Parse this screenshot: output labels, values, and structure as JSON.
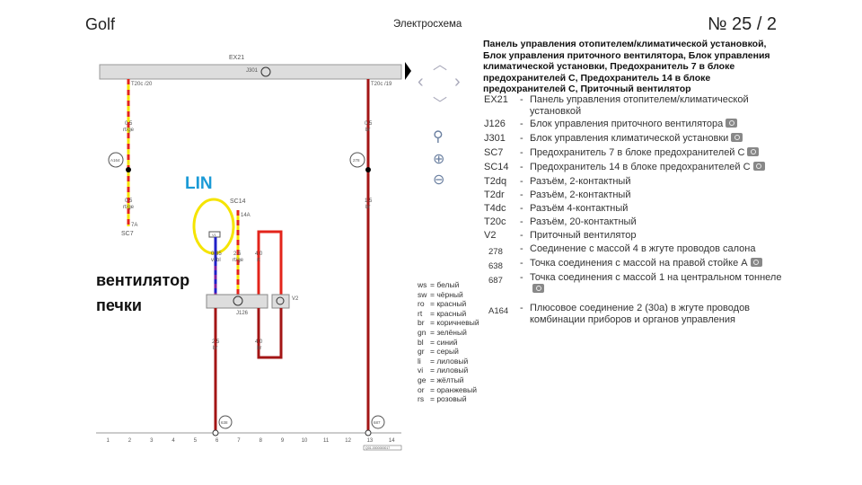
{
  "header": {
    "model": "Golf",
    "section": "Электросхема",
    "page": "№  25 / 2"
  },
  "annotations": {
    "lin": "LIN",
    "fan_line1": "вентилятор",
    "fan_line2": "печки"
  },
  "diagram": {
    "ex21": "EX21",
    "j301": "J301",
    "j126": "J126",
    "v2": "V2",
    "sc7": "SC7",
    "sc14": "SC14",
    "t20c_20": "T20c /20",
    "t20c_19": "T20c /19",
    "w1a": "0.5",
    "w1b": "rt/ge",
    "w1c": "0.5",
    "w1d": "rt/ge",
    "w2a": "0.5",
    "w2b": "br",
    "w2c": "1.5",
    "w2d": "br",
    "a164": "A164",
    "g278": "278",
    "fuse7": "7A",
    "fuse14": "14A",
    "v1": "V1",
    "w3a": "0.35",
    "w3b": "vi/bl",
    "w4a": "2.5",
    "w4b": "rt/ge",
    "w5a": "4.0",
    "w5b": "rt",
    "w6a": "2.5",
    "w6b": "br",
    "w7a": "4.0",
    "w7b": "br",
    "g638": "638",
    "g687": "687",
    "ref": "Q01-0000000017",
    "axis": [
      "1",
      "2",
      "3",
      "4",
      "5",
      "6",
      "7",
      "8",
      "9",
      "10",
      "11",
      "12",
      "13",
      "14"
    ]
  },
  "panel": {
    "title": "Панель управления отопителем/климатической установкой, Блок управления приточного вентилятора, Блок управления климатической установки, Предохранитель 7 в блоке предохранителей C, Предохранитель 14 в блоке предохранителей C, Приточный вентилятор",
    "items": [
      {
        "code": "EX21",
        "desc": "Панель управления отопителем/климатической установкой",
        "cam": false
      },
      {
        "code": "J126",
        "desc": "Блок управления приточного вентилятора",
        "cam": true
      },
      {
        "code": "J301",
        "desc": "Блок управления климатической установки",
        "cam": true
      },
      {
        "code": "SC7",
        "desc": "Предохранитель 7 в блоке предохранителей C",
        "cam": true
      },
      {
        "code": "SC14",
        "desc": "Предохранитель 14 в блоке предохранителей C",
        "cam": true
      },
      {
        "code": "T2dq",
        "desc": "Разъём, 2-контактный",
        "cam": false
      },
      {
        "code": "T2dr",
        "desc": "Разъём, 2-контактный",
        "cam": false
      },
      {
        "code": "T4dc",
        "desc": "Разъём 4-контактный",
        "cam": false
      },
      {
        "code": "T20c",
        "desc": "Разъём, 20-контактный",
        "cam": false
      },
      {
        "code": "V2",
        "desc": "Приточный вентилятор",
        "cam": false
      },
      {
        "code": "278",
        "desc": "Соединение с массой 4 в жгуте проводов салона",
        "cam": false
      },
      {
        "code": "638",
        "desc": "Точка соединения с массой на правой стойке A",
        "cam": true
      },
      {
        "code": "687",
        "desc": "Точка соединения с массой 1 на центральном тоннеле",
        "cam": true
      },
      {
        "code": "A164",
        "desc": "Плюсовое соединение 2 (30a) в жгуте проводов комбинации приборов и органов управления",
        "cam": false
      }
    ],
    "dash": "-"
  },
  "legend": [
    [
      "ws",
      "= белый"
    ],
    [
      "sw",
      "= чёрный"
    ],
    [
      "ro",
      "= красный"
    ],
    [
      "rt",
      "= красный"
    ],
    [
      "br",
      "= коричневый"
    ],
    [
      "gn",
      "= зелёный"
    ],
    [
      "bl",
      "= синий"
    ],
    [
      "gr",
      "= серый"
    ],
    [
      "li",
      "= лиловый"
    ],
    [
      "vi",
      "= лиловый"
    ],
    [
      "ge",
      "= жёлтый"
    ],
    [
      "or",
      "= оранжевый"
    ],
    [
      "rs",
      "= розовый"
    ]
  ],
  "colors": {
    "wire_brown": "#a31515",
    "wire_red": "#e3241b",
    "wire_yellow": "#f5e400",
    "wire_blue": "#2020c8",
    "lin": "#1a9ad6"
  }
}
